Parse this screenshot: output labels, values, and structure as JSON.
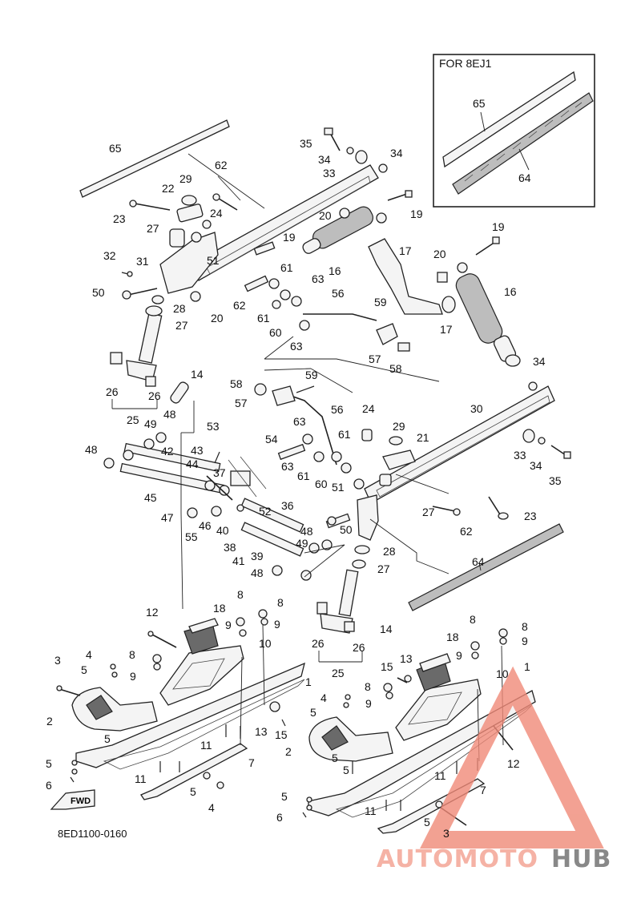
{
  "diagram": {
    "inset_title": "FOR 8EJ1",
    "drawing_code": "8ED1100-0160",
    "fwd_label": "FWD",
    "logo": {
      "part1": "AUTOMOTO",
      "part2": "HUB",
      "color_part1": "#f3a08f",
      "color_part2": "#6b6b6b",
      "triangle_color": "#f08a78"
    },
    "callouts": [
      {
        "id": "c65a",
        "text": "65"
      },
      {
        "id": "c62a",
        "text": "62"
      },
      {
        "id": "c35a",
        "text": "35"
      },
      {
        "id": "c34a",
        "text": "34"
      },
      {
        "id": "c33a",
        "text": "33"
      },
      {
        "id": "c34b",
        "text": "34"
      },
      {
        "id": "c29a",
        "text": "29"
      },
      {
        "id": "c22a",
        "text": "22"
      },
      {
        "id": "c23a",
        "text": "23"
      },
      {
        "id": "c24a",
        "text": "24"
      },
      {
        "id": "c20a",
        "text": "20"
      },
      {
        "id": "c19a",
        "text": "19"
      },
      {
        "id": "c27a",
        "text": "27"
      },
      {
        "id": "c19b",
        "text": "19"
      },
      {
        "id": "c17a",
        "text": "17"
      },
      {
        "id": "c32a",
        "text": "32"
      },
      {
        "id": "c31a",
        "text": "31"
      },
      {
        "id": "c51a",
        "text": "51"
      },
      {
        "id": "c16a",
        "text": "16"
      },
      {
        "id": "c61a",
        "text": "61"
      },
      {
        "id": "c50a",
        "text": "50"
      },
      {
        "id": "c63a",
        "text": "63"
      },
      {
        "id": "c56a",
        "text": "56"
      },
      {
        "id": "c62b",
        "text": "62"
      },
      {
        "id": "c28a",
        "text": "28"
      },
      {
        "id": "c20b",
        "text": "20"
      },
      {
        "id": "c61b",
        "text": "61"
      },
      {
        "id": "c60a",
        "text": "60"
      },
      {
        "id": "c59a",
        "text": "59"
      },
      {
        "id": "c27b",
        "text": "27"
      },
      {
        "id": "c63b",
        "text": "63"
      },
      {
        "id": "c57a",
        "text": "57"
      },
      {
        "id": "c58a",
        "text": "58"
      },
      {
        "id": "c19c",
        "text": "19"
      },
      {
        "id": "c20c",
        "text": "20"
      },
      {
        "id": "c16b",
        "text": "16"
      },
      {
        "id": "c17b",
        "text": "17"
      },
      {
        "id": "c34c",
        "text": "34"
      },
      {
        "id": "c14a",
        "text": "14"
      },
      {
        "id": "c26a",
        "text": "26"
      },
      {
        "id": "c26b",
        "text": "26"
      },
      {
        "id": "c25a",
        "text": "25"
      },
      {
        "id": "c58b",
        "text": "58"
      },
      {
        "id": "c59b",
        "text": "59"
      },
      {
        "id": "c57b",
        "text": "57"
      },
      {
        "id": "c56b",
        "text": "56"
      },
      {
        "id": "c30a",
        "text": "30"
      },
      {
        "id": "c49a",
        "text": "49"
      },
      {
        "id": "c48a",
        "text": "48"
      },
      {
        "id": "c63c",
        "text": "63"
      },
      {
        "id": "c24b",
        "text": "24"
      },
      {
        "id": "c29b",
        "text": "29"
      },
      {
        "id": "c21a",
        "text": "21"
      },
      {
        "id": "c53a",
        "text": "53"
      },
      {
        "id": "c54a",
        "text": "54"
      },
      {
        "id": "c48b",
        "text": "48"
      },
      {
        "id": "c42a",
        "text": "42"
      },
      {
        "id": "c43a",
        "text": "43"
      },
      {
        "id": "c61c",
        "text": "61"
      },
      {
        "id": "c63d",
        "text": "63"
      },
      {
        "id": "c33b",
        "text": "33"
      },
      {
        "id": "c34d",
        "text": "34"
      },
      {
        "id": "c35b",
        "text": "35"
      },
      {
        "id": "c44a",
        "text": "44"
      },
      {
        "id": "c37a",
        "text": "37"
      },
      {
        "id": "c61d",
        "text": "61"
      },
      {
        "id": "c60b",
        "text": "60"
      },
      {
        "id": "c51b",
        "text": "51"
      },
      {
        "id": "c45a",
        "text": "45"
      },
      {
        "id": "c47a",
        "text": "47"
      },
      {
        "id": "c27c",
        "text": "27"
      },
      {
        "id": "c23b",
        "text": "23"
      },
      {
        "id": "c52a",
        "text": "52"
      },
      {
        "id": "c36a",
        "text": "36"
      },
      {
        "id": "c55a",
        "text": "55"
      },
      {
        "id": "c46a",
        "text": "46"
      },
      {
        "id": "c40a",
        "text": "40"
      },
      {
        "id": "c50b",
        "text": "50"
      },
      {
        "id": "c62c",
        "text": "62"
      },
      {
        "id": "c38a",
        "text": "38"
      },
      {
        "id": "c48c",
        "text": "48"
      },
      {
        "id": "c49b",
        "text": "49"
      },
      {
        "id": "c28b",
        "text": "28"
      },
      {
        "id": "c41a",
        "text": "41"
      },
      {
        "id": "c39a",
        "text": "39"
      },
      {
        "id": "c48d",
        "text": "48"
      },
      {
        "id": "c27d",
        "text": "27"
      },
      {
        "id": "c64a",
        "text": "64"
      },
      {
        "id": "c8a",
        "text": "8"
      },
      {
        "id": "c8b",
        "text": "8"
      },
      {
        "id": "c18a",
        "text": "18"
      },
      {
        "id": "c12a",
        "text": "12"
      },
      {
        "id": "c9a",
        "text": "9"
      },
      {
        "id": "c9b",
        "text": "9"
      },
      {
        "id": "c10a",
        "text": "10"
      },
      {
        "id": "c8c",
        "text": "8"
      },
      {
        "id": "c9c",
        "text": "9"
      },
      {
        "id": "c4a",
        "text": "4"
      },
      {
        "id": "c5a",
        "text": "5"
      },
      {
        "id": "c3a",
        "text": "3"
      },
      {
        "id": "c1a",
        "text": "1"
      },
      {
        "id": "c2a",
        "text": "2"
      },
      {
        "id": "c5b",
        "text": "5"
      },
      {
        "id": "c13a",
        "text": "13"
      },
      {
        "id": "c15a",
        "text": "15"
      },
      {
        "id": "c11a",
        "text": "11"
      },
      {
        "id": "c7a",
        "text": "7"
      },
      {
        "id": "c5c",
        "text": "5"
      },
      {
        "id": "c6a",
        "text": "6"
      },
      {
        "id": "c11b",
        "text": "11"
      },
      {
        "id": "c5d",
        "text": "5"
      },
      {
        "id": "c4b",
        "text": "4"
      },
      {
        "id": "c14b",
        "text": "14"
      },
      {
        "id": "c26c",
        "text": "26"
      },
      {
        "id": "c26d",
        "text": "26"
      },
      {
        "id": "c25b",
        "text": "25"
      },
      {
        "id": "c18b",
        "text": "18"
      },
      {
        "id": "c8d",
        "text": "8"
      },
      {
        "id": "c8e",
        "text": "8"
      },
      {
        "id": "c9d",
        "text": "9"
      },
      {
        "id": "c9e",
        "text": "9"
      },
      {
        "id": "c15b",
        "text": "15"
      },
      {
        "id": "c13b",
        "text": "13"
      },
      {
        "id": "c10b",
        "text": "10"
      },
      {
        "id": "c1b",
        "text": "1"
      },
      {
        "id": "c8f",
        "text": "8"
      },
      {
        "id": "c9f",
        "text": "9"
      },
      {
        "id": "c4c",
        "text": "4"
      },
      {
        "id": "c5e",
        "text": "5"
      },
      {
        "id": "c2b",
        "text": "2"
      },
      {
        "id": "c5f",
        "text": "5"
      },
      {
        "id": "c5g",
        "text": "5"
      },
      {
        "id": "c12b",
        "text": "12"
      },
      {
        "id": "c11c",
        "text": "11"
      },
      {
        "id": "c7b",
        "text": "7"
      },
      {
        "id": "c5h",
        "text": "5"
      },
      {
        "id": "c6b",
        "text": "6"
      },
      {
        "id": "c11d",
        "text": "11"
      },
      {
        "id": "c5i",
        "text": "5"
      },
      {
        "id": "c3b",
        "text": "3"
      },
      {
        "id": "c65b",
        "text": "65"
      },
      {
        "id": "c64b",
        "text": "64"
      }
    ]
  }
}
